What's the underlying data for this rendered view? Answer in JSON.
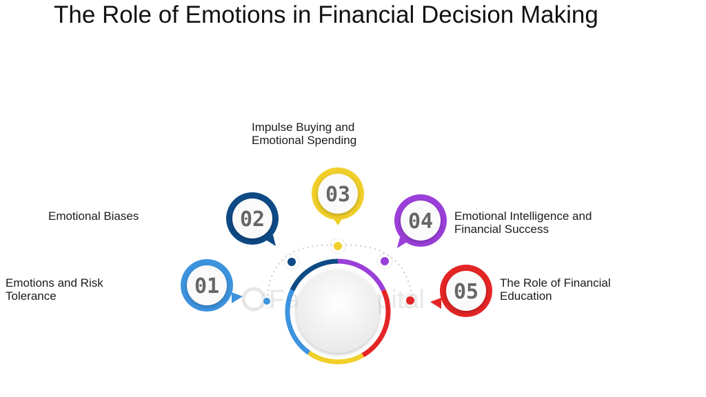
{
  "title": "The Role of Emotions in Financial Decision Making",
  "watermark": "FasterCapital",
  "colors": {
    "blue_light": "#3d93de",
    "blue_dark": "#0e4a85",
    "yellow": "#f1cf2a",
    "purple": "#9b3fd9",
    "red": "#e42525"
  },
  "steps": [
    {
      "number": "01",
      "line1": "Emotions and Risk",
      "line2": "Tolerance"
    },
    {
      "number": "02",
      "line1": "Emotional Biases",
      "line2": ""
    },
    {
      "number": "03",
      "line1": "Impulse Buying and",
      "line2": "Emotional Spending"
    },
    {
      "number": "04",
      "line1": "Emotional Intelligence and",
      "line2": "Financial Success"
    },
    {
      "number": "05",
      "line1": "The Role of Financial",
      "line2": "Education"
    }
  ]
}
